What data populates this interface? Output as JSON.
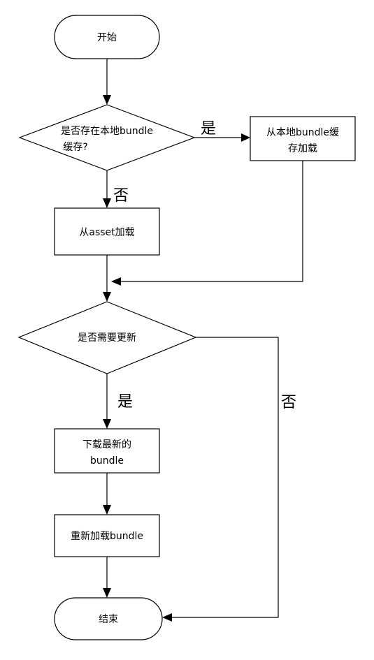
{
  "nodes": {
    "start": {
      "label": "开始"
    },
    "cache_check": {
      "line1": "是否存在本地bundle",
      "line2": "缓存?"
    },
    "load_local": {
      "line1": "从本地bundle缓",
      "line2": "存加载"
    },
    "load_asset": {
      "label": "从asset加载"
    },
    "update_check": {
      "label": "是否需要更新"
    },
    "download": {
      "line1": "下载最新的",
      "line2": "bundle"
    },
    "reload": {
      "label": "重新加载bundle"
    },
    "end": {
      "label": "结束"
    }
  },
  "edge_labels": {
    "cache_yes": "是",
    "cache_no": "否",
    "update_yes": "是",
    "update_no": "否"
  }
}
